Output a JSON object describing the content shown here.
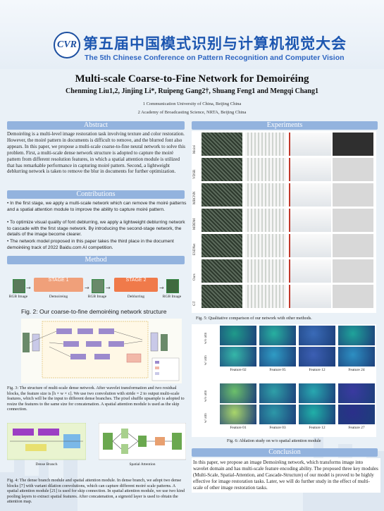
{
  "header": {
    "logo_text": "CVR",
    "conference_cn": "第五届中国模式识别与计算机视觉大会",
    "conference_en": "The 5th Chinese Conference on Pattern Recognition and Computer Vision"
  },
  "paper": {
    "title": "Multi-scale Coarse-to-Fine Network for Demoiréing",
    "authors": "Chenming Liu1,2,  Jinjing Li*, Ruipeng Gang2†, Shuang Feng1 and Mengqi Chang1",
    "affiliations": [
      "1 Communication University of China, Beijing China",
      "2 Academy of Broadcasting Science, NRTA, Beijing China"
    ]
  },
  "abstract": {
    "heading": "Abstract",
    "text": "Demoiréing is a multi-level image restoration task involving texture and color restoration. However, the moiré pattern in documents is difficult to remove, and the blurred font also appears. In this paper, we propose a multi-scale coarse-to-fine neural network to solve this problem. First, a multi-scale dense network structure is adopted to capture the moiré pattern from different resolution features, in which a spatial attention module is utilized that has remarkable performance in capturing moiré pattern. Second, a lightweight deblurring network is taken to remove the blur in documents for further optimization."
  },
  "contributions": {
    "heading": "Contributions",
    "items": [
      "• In the first stage, we apply a multi-scale network which can remove the moiré patterns and a spatial attention module to improve the ability to capture moiré pattern.",
      "• To optimize visual quality of font deblurring, we apply a lightweight deblurring network to cascade with the first stage network. By introducing the second-stage network, the details of the image become clearer.",
      "• The network model proposed in this paper takes the third place in the document demoiréing track of 2022 Baidu.com AI competition."
    ]
  },
  "method": {
    "heading": "Method",
    "stage1": "STAGE 1",
    "stage2": "STAGE 2",
    "labels": [
      "RGB Image",
      "Demoireing",
      "RGB Image",
      "Deblurring",
      "RGB Image"
    ],
    "fig2_caption": "Fig. 2: Our coarse-to-fine demoiréing network structure",
    "fig3_caption": "Fig. 3: The structure of multi-scale dense network. After wavelet transformation and two residual blocks, the feature size is [h × w × c]. We use two convolution with stride = 2 to output multi-scale features, which will be the input to different dense branches. The pixel shuffle upsample is adopted to resize the features to the same size for concatenation. A spatial attention module is used as the skip connection.",
    "dense_branch_label": "Dense Branch",
    "spatial_attention_label": "Spatial Attention",
    "fig4_caption": "Fig. 4: The dense branch module and spatial attention module. In dense branch, we adopt two dense blocks [7] with variant dilation convolutions, which can capture different moiré scale patterns. A spatial attention module [21] is used for skip connection. In spatial attention module, we use two kind pooling layers to extract spatial features. After concatenation, a sigmoid layer is used to obtain the attention map."
  },
  "experiments": {
    "heading": "Experiments",
    "row_labels": [
      "Moiré",
      "VDSR",
      "MBCNN",
      "MDDM",
      "ESDNet",
      "Ours",
      "GT"
    ],
    "fig5_caption": "Fig. 5: Qualitative comparison of our network with other methods.",
    "ablation_row_labels": [
      "w/o attn",
      "w/ attn",
      "w/o attn",
      "w/ attn"
    ],
    "feature_labels_top": [
      "Feature 02",
      "Feature 05",
      "Feature 12",
      "Feature 24"
    ],
    "feature_labels_bottom": [
      "Feature 01",
      "Feature 03",
      "Feature 12",
      "Feature 27"
    ],
    "fig6_caption": "Fig. 6: Ablation study on w/o spatial attention module"
  },
  "conclusion": {
    "heading": "Conclusion",
    "text": "In this paper, we propose an image Demoiréing network, which transforms image into wavelet domain and has multi-scale feature encoding ability. The proposed three key modules (Multi-Scale, Spatial-Attention, and Cascade-Structure) of our model is proved to be highly effective for image restoration tasks. Later, we will do further study in the effect of multi-scale of other image restoration tasks."
  },
  "colors": {
    "section_header": "#93b3de",
    "stage1": "#f0a07a",
    "stage2": "#f07a4a",
    "brand": "#1c56b0"
  }
}
